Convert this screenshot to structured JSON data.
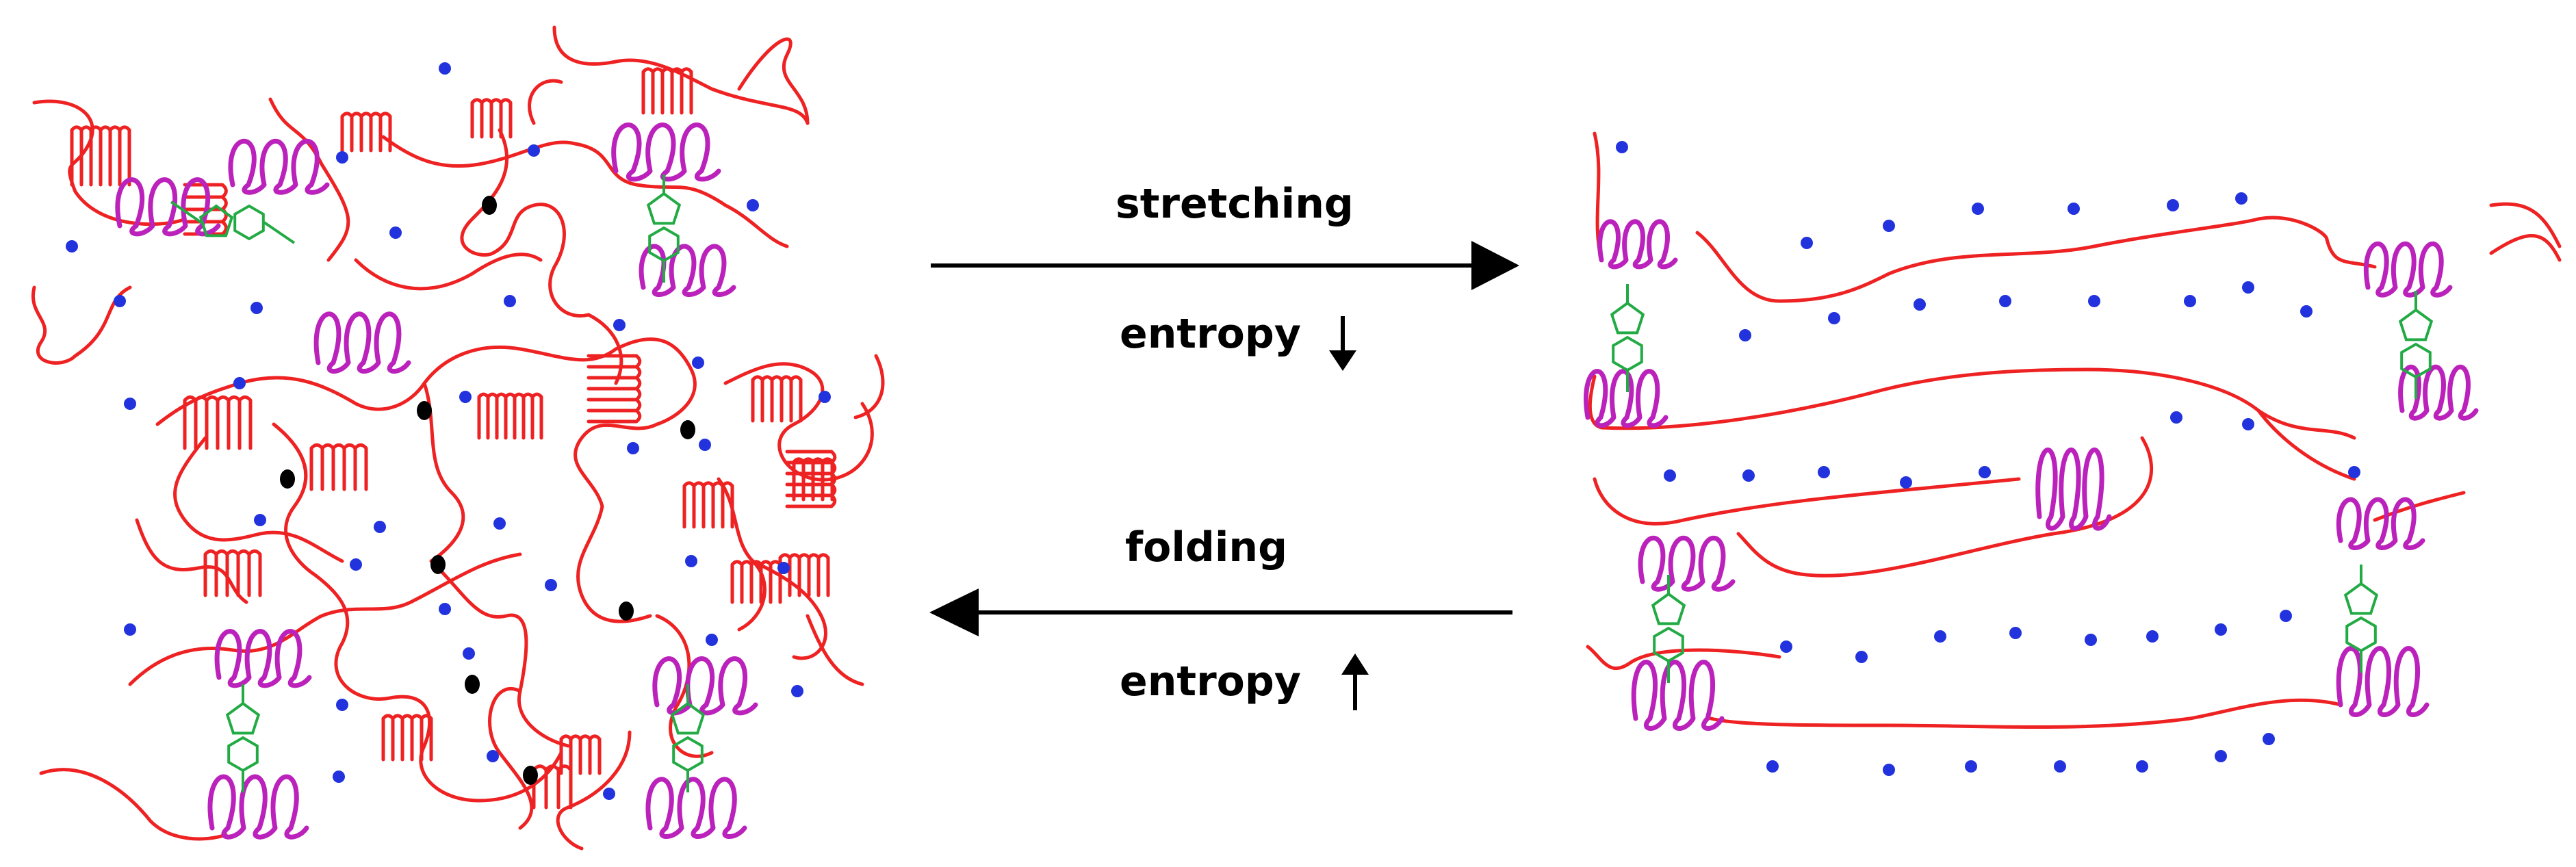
{
  "labels": {
    "forward_process": "stretching",
    "forward_entropy": "entropy",
    "reverse_process": "folding",
    "reverse_entropy": "entropy"
  },
  "entropy_change": {
    "stretching": "decrease",
    "folding": "increase"
  },
  "icons": {
    "forward_arrow": "right-arrow-icon",
    "reverse_arrow": "left-arrow-icon",
    "entropy_down": "down-arrow-icon",
    "entropy_up": "up-arrow-icon"
  },
  "colors": {
    "chain": "#ee2222",
    "helix": "#bb22bb",
    "crosslink_ring": "#22aa44",
    "water_dot": "#2233dd",
    "crosslink_dot": "#000000",
    "arrow": "#000000"
  }
}
